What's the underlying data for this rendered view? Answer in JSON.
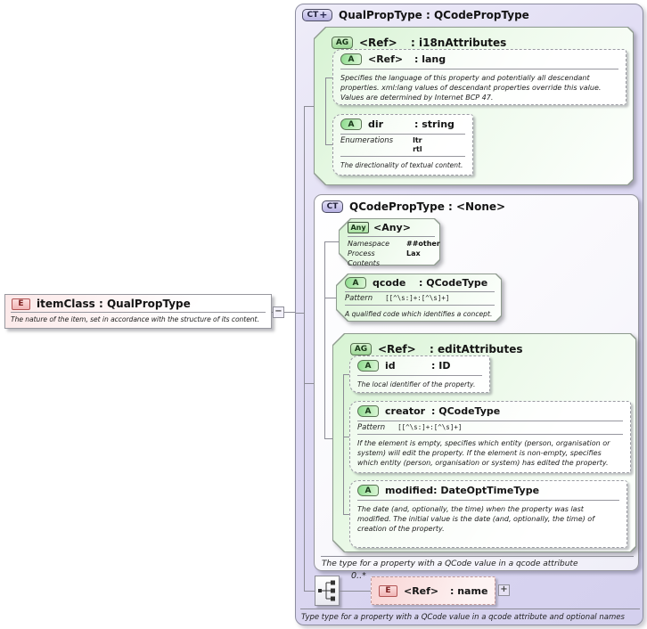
{
  "palette": {
    "container_fill": "#d9d5f1",
    "type_fill": "#f6f5fb",
    "group_fill": "#d7f3d3",
    "attribute_fill": "#f6fdf5",
    "element_fill": "#f8d4d4",
    "badge_green": "#9cd795",
    "badge_lavender": "#c9c5ec",
    "badge_pink": "#f1b5b5",
    "line_gray": "#8c8c96"
  },
  "item_class": {
    "badge": "E",
    "title": "itemClass : QualPropType",
    "description": "The nature of the item, set in accordance with the structure of its content.",
    "collapse_glyph": "−"
  },
  "qual_prop_type": {
    "badge": "CT",
    "badge_plus": "+",
    "title": "QualPropType : QCodePropType",
    "footer": "Type type for a property with a  QCode value in a qcode attribute and optional names",
    "i18n_attributes": {
      "badge": "AG",
      "name": "<Ref>",
      "type": ": i18nAttributes",
      "lang": {
        "badge": "A",
        "name": "<Ref>",
        "type": ": lang",
        "description": "Specifies the language of this property and potentially all descendant properties. xml:lang values of descendant properties override this value. Values are determined by Internet BCP 47."
      },
      "dir": {
        "badge": "A",
        "name": "dir",
        "type": ": string",
        "enumerations_label": "Enumerations",
        "enumerations": [
          "ltr",
          "rtl"
        ],
        "description": "The directionality of textual content."
      }
    },
    "qcode_prop_type": {
      "badge": "CT",
      "title": "QCodePropType : <None>",
      "footer": "The type for a property with a QCode value in a qcode attribute",
      "any": {
        "badge": "Any",
        "name": "<Any>",
        "namespace_label": "Namespace",
        "namespace": "##other",
        "process_contents_label": "Process Contents",
        "process_contents": "Lax"
      },
      "qcode": {
        "badge": "A",
        "name": "qcode",
        "type": ": QCodeType",
        "pattern_label": "Pattern",
        "pattern": "[[^\\s:]+:[^\\s]+]",
        "description": "A qualified code which identifies a concept."
      },
      "edit_attributes": {
        "badge": "AG",
        "name": "<Ref>",
        "type": ": editAttributes",
        "id": {
          "badge": "A",
          "name": "id",
          "type": ": ID",
          "description": "The local identifier of the property."
        },
        "creator": {
          "badge": "A",
          "name": "creator",
          "type": ": QCodeType",
          "pattern_label": "Pattern",
          "pattern": "[[^\\s:]+:[^\\s]+]",
          "description": "If the element is empty, specifies which entity (person, organisation or system) will edit the property. If the element is non-empty, specifies which entity (person, organisation or system) has edited the property."
        },
        "modified": {
          "badge": "A",
          "name": "modified",
          "type": ": DateOptTimeType",
          "description": "The date (and, optionally, the time) when the property was last modified. The initial value is the date (and, optionally, the time) of creation of the property."
        }
      }
    },
    "content_model": {
      "occurrence": "0..*",
      "name_element": {
        "badge": "E",
        "name": "<Ref>",
        "type": ": name"
      },
      "expand_glyph": "+"
    }
  }
}
